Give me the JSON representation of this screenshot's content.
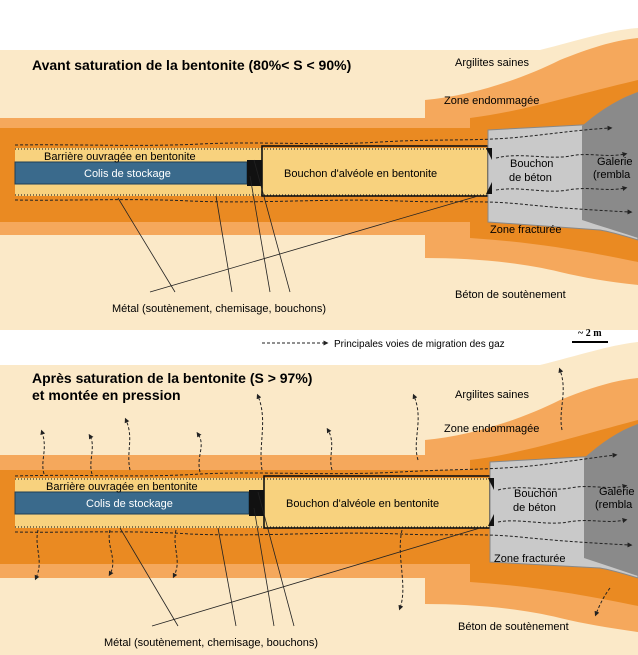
{
  "colors": {
    "claystone": "#fbe9c8",
    "damaged_zone": "#f5a85c",
    "fractured_zone": "#ea8a22",
    "buffer": "#f8d27e",
    "container": "#3a6a8c",
    "concrete": "#c9c9c9",
    "gallery": "#8a8a8a"
  },
  "top_panel": {
    "title": "Avant saturation de la bentonite (80%< S < 90%)",
    "argilites": "Argilites saines",
    "zone_endommagee": "Zone endommagée",
    "barriere": "Barrière ouvragée en bentonite",
    "colis": "Colis de stockage",
    "bouchon_alveole": "Bouchon d'alvéole en bentonite",
    "bouchon_beton_1": "Bouchon",
    "bouchon_beton_2": "de béton",
    "galerie_1": "Galerie",
    "galerie_2": "(rembla",
    "zone_fracturee": "Zone fracturée",
    "beton_soutenement": "Béton de soutènement",
    "metal": "Métal (soutènement, chemisage, bouchons)"
  },
  "legend": {
    "migration": "Principales voies de migration des gaz",
    "scale": "~ 2 m"
  },
  "bottom_panel": {
    "title_line1": "Après saturation de la bentonite (S > 97%)",
    "title_line2": "et montée en pression",
    "argilites": "Argilites saines",
    "zone_endommagee": "Zone endommagée",
    "barriere": "Barrière ouvragée en bentonite",
    "colis": "Colis de stockage",
    "bouchon_alveole": "Bouchon d'alvéole en bentonite",
    "bouchon_beton_1": "Bouchon",
    "bouchon_beton_2": "de béton",
    "galerie_1": "Galerie",
    "galerie_2": "(rembla",
    "zone_fracturee": "Zone fracturée",
    "beton_soutenement": "Béton de soutènement",
    "metal": "Métal (soutènement, chemisage, bouchons)"
  }
}
